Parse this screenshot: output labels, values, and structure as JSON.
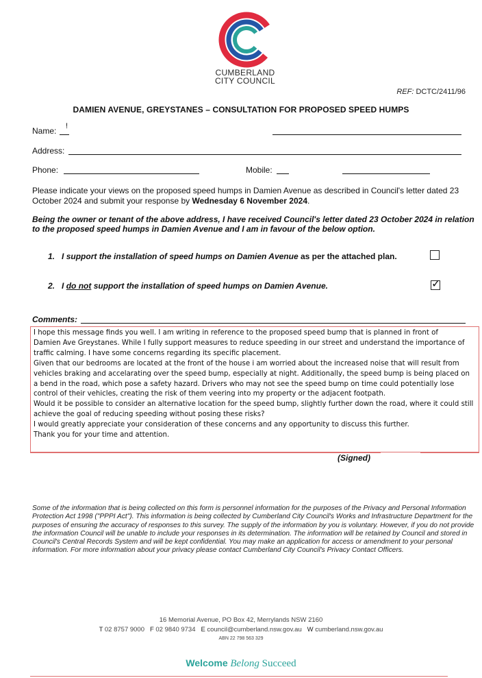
{
  "org": {
    "name_line1": "CUMBERLAND",
    "name_line2": "CITY COUNCIL"
  },
  "ref": {
    "label": "REF:",
    "value": "DCTC/2411/96"
  },
  "title": "DAMIEN AVENUE, GREYSTANES – CONSULTATION FOR PROPOSED SPEED HUMPS",
  "form": {
    "name_label": "Name:",
    "name_value": "!",
    "address_label": "Address:",
    "phone_label": "Phone:",
    "mobile_label": "Mobile:"
  },
  "intro": {
    "text": "Please indicate your views on the proposed speed humps in Damien Avenue as described in Council's letter dated 23 October 2024 and submit your response by ",
    "deadline": "Wednesday 6 November 2024",
    "end": "."
  },
  "declaration": "Being the owner or tenant of the above address, I have received Council's letter dated 23 October 2024 in relation to the proposed speed humps in Damien Avenue and I am in favour of the below option.",
  "options": [
    {
      "num": "1.",
      "text": "I support the installation of speed humps on Damien Avenue",
      "suffix": " as per the attached plan.",
      "checked": false
    },
    {
      "num": "2.",
      "pre": "I ",
      "underline": "do not",
      "text": " support the installation of speed humps on Damien Avenue.",
      "checked": true
    }
  ],
  "checkmark": "✓",
  "comments_label": "Comments:",
  "comments": [
    "I hope this message finds you well. I am writing in reference to the proposed speed bump that is planned in front of",
    "Damien Ave Greystanes. While I fully support measures to reduce speeding in our street and understand the importance of traffic calming. I have some concerns regarding its specific placement.",
    "Given that our bedrooms are located at the front of the house i am worried about the increased noise that will result from vehicles braking and accelarating over the speed bump, especially at night. Additionally, the speed bump is being placed on a bend in the road, which pose a safety hazard. Drivers who may not see the speed bump on time could potentially lose control of their vehicles, creating the risk of them veering into my property or the adjacent footpath.",
    "Would it be possible to consider an alternative location for the speed bump, slightly further down the road, where it could still achieve the goal of reducing speeding without posing these risks?",
    "I would greatly appreciate your consideration of these concerns and any opportunity to discuss this further.",
    "Thank you for your time and attention."
  ],
  "signed_label": "(Signed)",
  "privacy": "Some of the information that is being collected on this form is personnel information for the purposes of the Privacy and Personal Information Protection Act 1998 (\"PPPI Act\"). This information is being collected by Cumberland City Council's Works and Infrastructure Department for the purposes of ensuring the accuracy of responses to this survey. The supply of the information by you is voluntary. However, if you do not provide the information Council will be unable to include your responses in its determination. The information will be retained by Council and stored in Council's Central Records System and will be kept confidential. You may make an application for access or amendment to your personal information. For more information about your privacy please contact Cumberland City Council's Privacy Contact Officers.",
  "footer": {
    "address": "16 Memorial Avenue, PO Box 42, Merrylands NSW 2160",
    "t_label": "T",
    "t_value": "02 8757 9000",
    "f_label": "F",
    "f_value": "02 9840 9734",
    "e_label": "E",
    "e_value": "council@cumberland.nsw.gov.au",
    "w_label": "W",
    "w_value": "cumberland.nsw.gov.au",
    "abn": "ABN 22 798 563 329"
  },
  "tagline": {
    "w1": "Welcome",
    "w2": "Belong",
    "w3": "Succeed"
  },
  "colors": {
    "logo_red": "#e02b3f",
    "logo_blue": "#2456a6",
    "logo_teal": "#2aa39a",
    "box_border": "#e07070",
    "tagline": "#2aa39a"
  }
}
